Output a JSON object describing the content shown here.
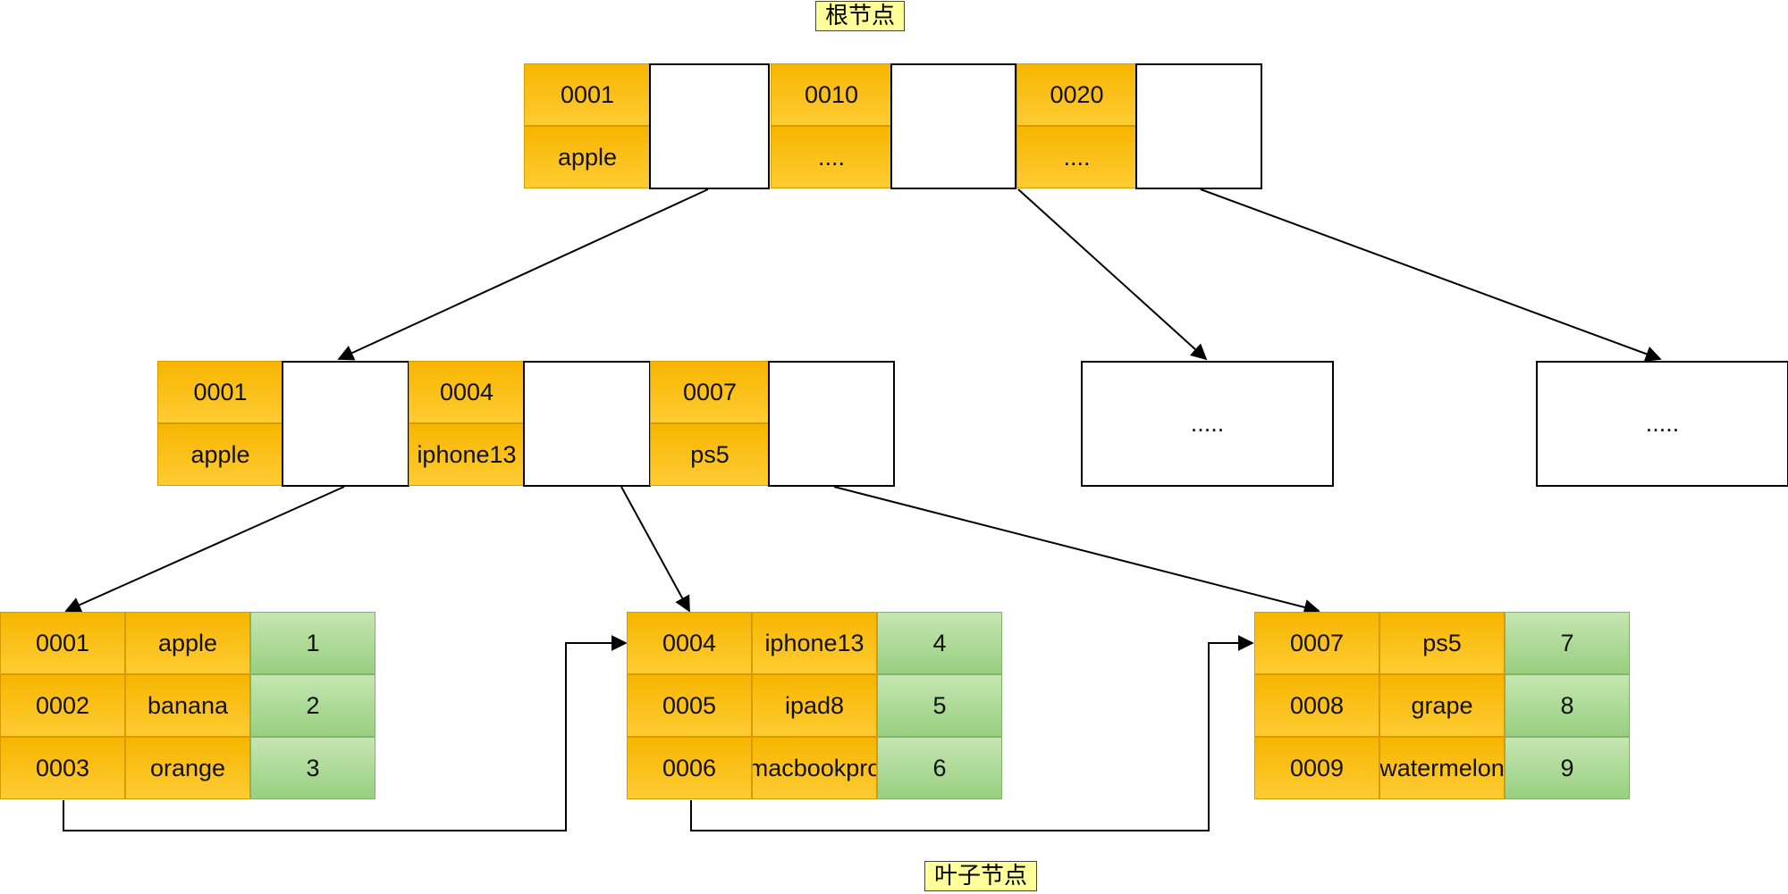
{
  "labels": {
    "root": "根节点",
    "leaf": "叶子节点"
  },
  "root": {
    "groups": [
      {
        "key": "0001",
        "val": "apple"
      },
      {
        "key": "0010",
        "val": "...."
      },
      {
        "key": "0020",
        "val": "...."
      }
    ]
  },
  "middle": {
    "groups": [
      {
        "key": "0001",
        "val": "apple"
      },
      {
        "key": "0004",
        "val": "iphone13"
      },
      {
        "key": "0007",
        "val": "ps5"
      }
    ],
    "placeholders": [
      ".....",
      "....."
    ]
  },
  "leaves": [
    {
      "rows": [
        [
          "0001",
          "apple",
          "1"
        ],
        [
          "0002",
          "banana",
          "2"
        ],
        [
          "0003",
          "orange",
          "3"
        ]
      ]
    },
    {
      "rows": [
        [
          "0004",
          "iphone13",
          "4"
        ],
        [
          "0005",
          "ipad8",
          "5"
        ],
        [
          "0006",
          "macbookpro",
          "6"
        ]
      ]
    },
    {
      "rows": [
        [
          "0007",
          "ps5",
          "7"
        ],
        [
          "0008",
          "grape",
          "8"
        ],
        [
          "0009",
          "watermelon",
          "9"
        ]
      ]
    }
  ],
  "colors": {
    "key": "#ffcc33",
    "value": "#98cf80",
    "label": "#ffff99"
  }
}
